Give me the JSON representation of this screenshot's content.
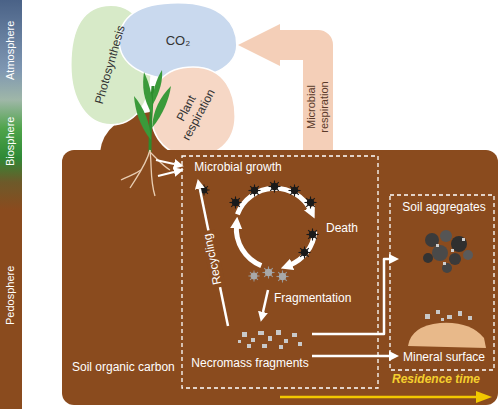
{
  "diagram": {
    "nodes": [
      {
        "text": [
          "Atmosphere"
        ]
      },
      {
        "text": [
          "Biosphere"
        ]
      },
      {
        "text": [
          "Pedosphere"
        ]
      },
      {
        "text": [
          "Photosynthesis"
        ]
      },
      {
        "text": [
          "CO₂"
        ]
      },
      {
        "text": [
          "Plant respiration"
        ]
      },
      {
        "text": [
          "Soil organic carbon"
        ]
      },
      {
        "text": [
          "Microbial growth"
        ],
        "in": 6
      },
      {
        "text": [
          "Necromass fragments"
        ],
        "in": 6
      },
      {
        "text": [
          "Soil aggregates"
        ],
        "in": 6
      },
      {
        "text": [
          "Mineral surface"
        ],
        "in": 6
      }
    ],
    "edges": [
      {
        "from": 6,
        "to": 4,
        "arrow": "to",
        "label": "Microbial respiration"
      },
      {
        "from": 8,
        "to": 7,
        "arrow": "to",
        "label": "Recycling"
      },
      {
        "from": 8,
        "to": 9,
        "arrow": "to"
      },
      {
        "from": 8,
        "to": 10,
        "arrow": "to"
      }
    ],
    "labels": [
      "Death",
      "Fragmentation",
      "Residence time"
    ]
  }
}
